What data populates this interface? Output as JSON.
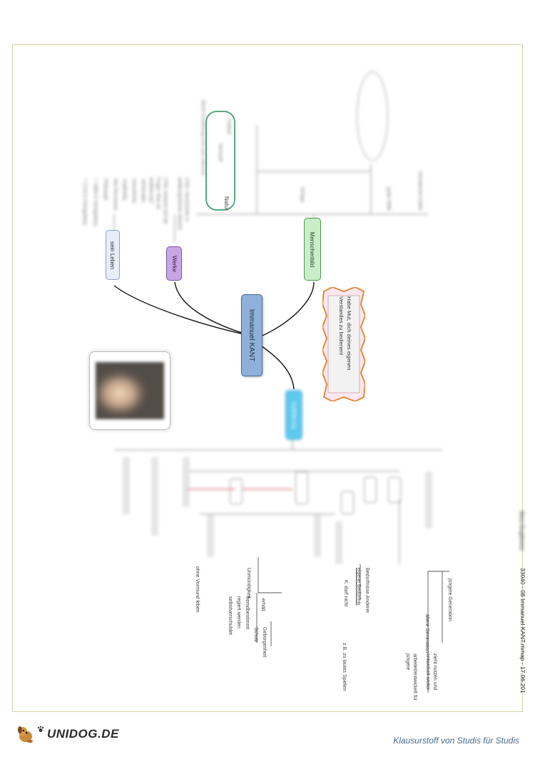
{
  "doc": {
    "footer_left": "33040 - 08 Immanuel KANT.mmap - 17.06.201",
    "footer_right": "Sina Guglimini",
    "brand": "UNIDOG.DE",
    "tagline": "Klausurstoff von Studis für Studis"
  },
  "colors": {
    "frame": "#d6cfa8",
    "central_fill": "#8fb0d8",
    "leben_fill": "#e6eef8",
    "werke_fill": "#c7a6e6",
    "menschenbild_fill": "#c8efc8",
    "aufklaerung_fill": "#29b6e8",
    "quote_border": "#e08a3a",
    "natur_oval": "#3a9a6a",
    "arrow_red": "#d84040"
  },
  "central": {
    "label": "Immanuel KANT"
  },
  "leben": {
    "label": "sein Leben",
    "items": [
      "* 1724 in Königsberg",
      "+ 1804 in Königsberg",
      "Philosoph",
      "das Rousseau",
      "ungläubig",
      "Geschichts",
      "verheiratet"
    ]
  },
  "werke": {
    "label": "Werke",
    "items": [
      "1784: Antwort auf die Frage: Was ist Aufklärung?",
      "1784: Geschichte in weltbürgerlicher Absicht"
    ]
  },
  "menschenbild": {
    "label": "Menschenbild",
    "branches": [
      "durch Erziehung erst zum Mensch",
      "Natur",
      "Anlage",
      "guter Wille",
      "moralische Kräfte"
    ],
    "natur_sub": [
      "Vernunft",
      "Freiheit"
    ]
  },
  "quote": {
    "text": "Habe Mut, dich deines eigenen Verstandes zu bedienen!"
  },
  "aufklaerung": {
    "label": "Aufklärung",
    "items": [
      "ohne Vormund leben",
      "selbstverschuldet",
      "regiert werden",
      "fremdbestimmt",
      "Unmündigkeit",
      "Schutz",
      "erhält",
      "Geborgenheit",
      "K. darf nicht",
      "eigene Bedürfnis",
      "Bedürfnisse Anderer",
      "z.B. zu lautes Spielen",
      "ältere Generation",
      "jüngere Generation",
      "arbeitet/entwickelt für jüngere",
      "zieht nutzen und entwickelt weiter"
    ]
  }
}
